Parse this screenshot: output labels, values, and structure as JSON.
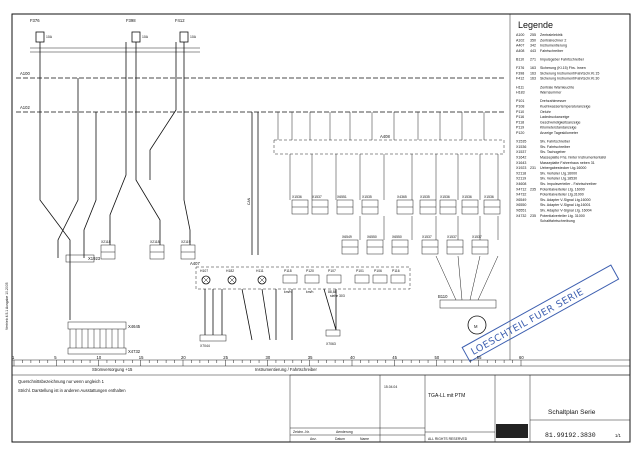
{
  "legend": {
    "title": "Legende",
    "entries": [
      {
        "code": "A100",
        "ref": "255",
        "text": "Zentralelektrik"
      },
      {
        "code": "A102",
        "ref": "350",
        "text": "Zentralrechner 2"
      },
      {
        "code": "A407",
        "ref": "342",
        "text": "Instrumentierung"
      },
      {
        "code": "A408",
        "ref": "443",
        "text": "Fahrtschreiber"
      },
      {
        "code": "B110",
        "ref": "271",
        "text": "Impulsgeber Fahrtschreiber"
      },
      {
        "code": "F376",
        "ref": "163",
        "text": "Sicherung (Kl.15) Fhs. Innen"
      },
      {
        "code": "F398",
        "ref": "163",
        "text": "Sicherung Instrument/Fahrtschr.Kl.15"
      },
      {
        "code": "F412",
        "ref": "163",
        "text": "Sicherung Instrument/Fahrtschr.Kl.30"
      },
      {
        "code": "H111",
        "ref": "",
        "text": "Zentrale Warnleuchte"
      },
      {
        "code": "H183",
        "ref": "",
        "text": "Warnsummer"
      },
      {
        "code": "P101",
        "ref": "",
        "text": "Drehzahlmesser"
      },
      {
        "code": "P108",
        "ref": "",
        "text": "Kuehlwassertemperaturanzeige"
      },
      {
        "code": "P110",
        "ref": "",
        "text": "Oeluhr"
      },
      {
        "code": "P116",
        "ref": "",
        "text": "Ladedruckanzeige"
      },
      {
        "code": "P118",
        "ref": "",
        "text": "Geschwindigkeitsanzeige"
      },
      {
        "code": "P119",
        "ref": "",
        "text": "Kilometerstandanzeige"
      },
      {
        "code": "P120",
        "ref": "",
        "text": "Anzeige Tageskilometer"
      },
      {
        "code": "X1535",
        "ref": "",
        "text": "Stv. Fahrtschreiber"
      },
      {
        "code": "X1536",
        "ref": "",
        "text": "Stv. Fahrtschreiber"
      },
      {
        "code": "X1537",
        "ref": "",
        "text": "Stv. Tachogeber"
      },
      {
        "code": "X1642",
        "ref": "",
        "text": "Masseplatte Fhs. hinter Instrumententafel"
      },
      {
        "code": "X1643",
        "ref": "",
        "text": "Masseplatte Fahrerhaus neben 31"
      },
      {
        "code": "X1923",
        "ref": "231",
        "text": "Uebergabestecker Ltg.16000"
      },
      {
        "code": "X2118",
        "ref": "",
        "text": "Stv. Verteiler Ltg.16000"
      },
      {
        "code": "X2119",
        "ref": "",
        "text": "Stv. Verteiler Ltg.18530"
      },
      {
        "code": "X4608",
        "ref": "",
        "text": "Stv. Impulsverteiler - Fahrtschreiber"
      },
      {
        "code": "X4712",
        "ref": "235",
        "text": "Potentialverteiler Ltg. 16000"
      },
      {
        "code": "X4732",
        "ref": "",
        "text": "Potentialverteiler Ltg.31000"
      },
      {
        "code": "X6549",
        "ref": "",
        "text": "Stv. Adapter V-Signal Ltg.16000"
      },
      {
        "code": "X6550",
        "ref": "",
        "text": "Stv. Adapter V-Signal Ltg.16001"
      },
      {
        "code": "X6551",
        "ref": "",
        "text": "Stv. Adapter V-Signal Ltg. 16004"
      },
      {
        "code": "X4732",
        "ref": "235",
        "text": "Potentialverteiler Ltg. 31000"
      },
      {
        "code": "",
        "ref": "",
        "text": "Schaltfahrtschreibung"
      }
    ]
  },
  "fuses": [
    {
      "id": "F376",
      "rating": "10A"
    },
    {
      "id": "F398",
      "rating": "10A"
    },
    {
      "id": "F412",
      "rating": "10A"
    }
  ],
  "busbars": [
    "A100",
    "A102"
  ],
  "connectors": {
    "upper_row": [
      "X1536",
      "X1537",
      "X6551",
      "X1535",
      "X4365",
      "X1535",
      "X1536",
      "X1536",
      "X1536"
    ],
    "left_group": [
      "X2118",
      "X2118",
      "X2119"
    ],
    "lower_row": [
      "X6549",
      "X6550",
      "X6550",
      "X1537",
      "X1537",
      "X1537"
    ]
  },
  "instruments": [
    {
      "id": "H107",
      "label": ""
    },
    {
      "id": "H182",
      "label": ""
    },
    {
      "id": "H111",
      "label": ""
    },
    {
      "id": "P118",
      "label": "km/h"
    },
    {
      "id": "P120",
      "label": "km/h"
    },
    {
      "id": "P107",
      "label": "88,88"
    },
    {
      "id": "P101",
      "label": ""
    },
    {
      "id": "P106",
      "label": ""
    },
    {
      "id": "P116",
      "label": ""
    }
  ],
  "labels": {
    "module_a408": "A408",
    "module_a407": "A407",
    "x1923": "X1923",
    "x4645": "X4645",
    "x4732": "X4732",
    "x7044": "X7044",
    "x7063": "X7063",
    "b110": "B110",
    "siehe": "siehe 303",
    "can": "CAN"
  },
  "stamp": "LOESCHTEIL FUER SERIE",
  "ruler": {
    "ticks": [
      "1",
      "5",
      "10",
      "15",
      "20",
      "25",
      "30",
      "35",
      "40",
      "45",
      "50",
      "55",
      "60"
    ],
    "section_left": "Stromversorgung +15",
    "section_mid": "Instrumentierung / Fahrtschreiber"
  },
  "notes": [
    "Querschnittsbezeichnung nur wenn ungleich 1",
    "Strichl. Darstellung ist in anderen Ausstattungen enthalten"
  ],
  "title_block": {
    "title": "Schaltplan Serie",
    "doc_subtitle": "TGA-LL mit PTM",
    "number": "81.99192.3830",
    "sheet": "1/1",
    "copyright": "ALL RIGHTS RESERVED",
    "row_labels": [
      "Zeichn.-Nr.",
      "Aenderung",
      "Anz.",
      "Datum",
      "Name"
    ],
    "date": "15.04.04"
  },
  "side_text": "Vertrieb 4.5.1  Ausgabe 10.2005"
}
